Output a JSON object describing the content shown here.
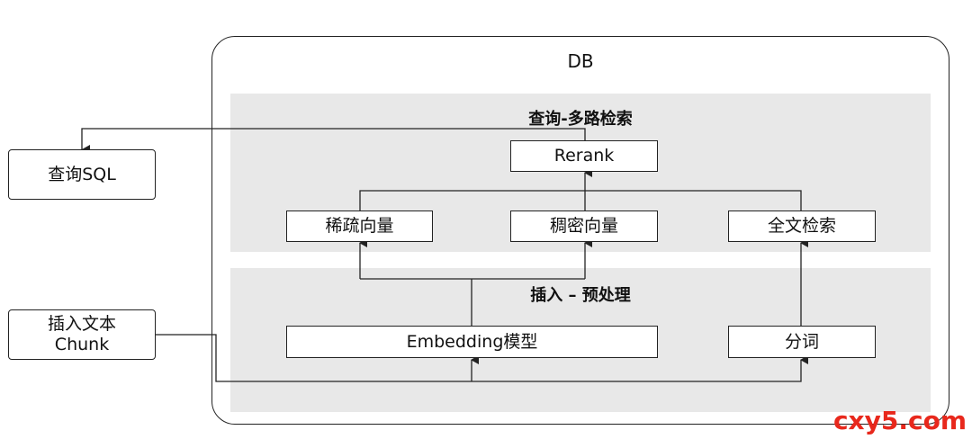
{
  "db": {
    "title": "DB"
  },
  "query_panel": {
    "title": "查询-多路检索"
  },
  "insert_panel": {
    "title": "插入 – 预处理"
  },
  "nodes": {
    "rerank": "Rerank",
    "sparse_vector": "稀疏向量",
    "dense_vector": "稠密向量",
    "fulltext_search": "全文检索",
    "embedding_model": "Embedding模型",
    "tokenizer": "分词",
    "query_sql": "查询SQL",
    "insert_text_line1": "插入文本",
    "insert_text_line2": "Chunk"
  },
  "watermark": "cxy5.com",
  "colors": {
    "panel": "#e8e8e8",
    "line": "#222222",
    "watermark": "#e8281c"
  }
}
